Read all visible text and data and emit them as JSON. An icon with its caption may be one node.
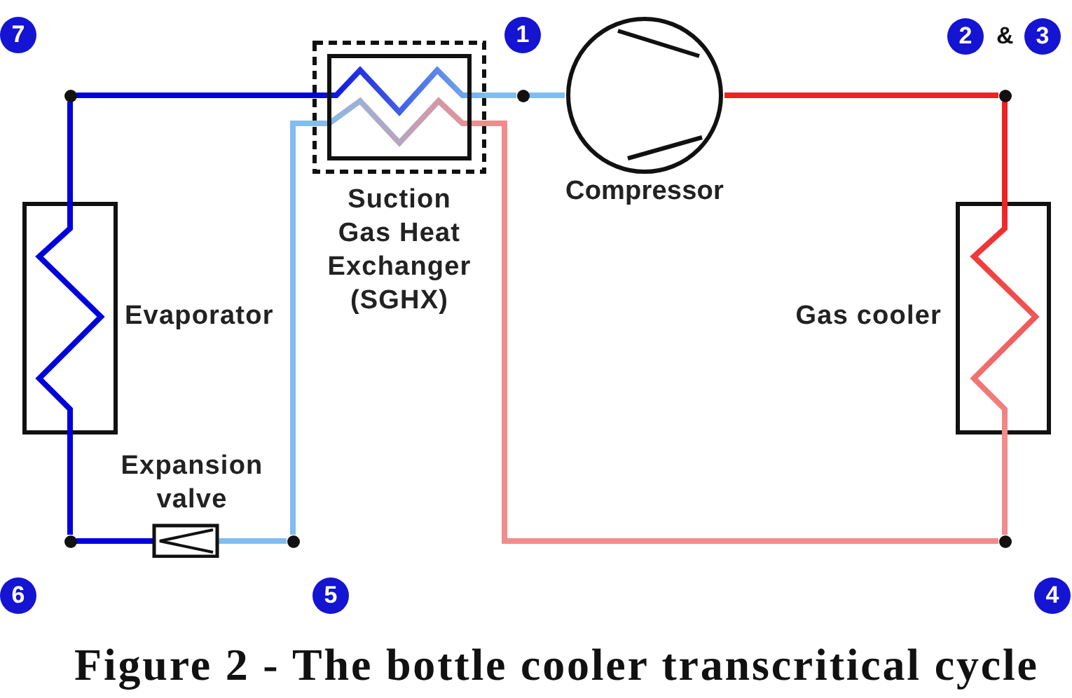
{
  "diagram": {
    "caption": "Figure 2 - The bottle cooler transcritical cycle",
    "nodes": [
      {
        "text": [],
        "shape": "dot"
      },
      {
        "text": [
          "Suction Gas Heat Exchanger (SGHX)"
        ]
      },
      {
        "text": [],
        "shape": "dot"
      },
      {
        "text": [
          "Compressor"
        ]
      },
      {
        "text": [],
        "shape": "dot"
      },
      {
        "text": [
          "Evaporator"
        ]
      },
      {
        "text": [
          "Gas cooler"
        ]
      },
      {
        "text": [
          "Expansion valve"
        ]
      },
      {
        "text": [],
        "shape": "dot"
      },
      {
        "text": [],
        "shape": "dot"
      },
      {
        "text": [],
        "shape": "dot"
      }
    ],
    "edges": [
      {
        "from": 2,
        "to": 3,
        "arrow": "none",
        "color": "#80bdf0"
      },
      {
        "from": 3,
        "to": 4,
        "arrow": "none",
        "color": "#ee2222"
      },
      {
        "from": 4,
        "to": 6,
        "arrow": "none",
        "color": "#ee2222"
      },
      {
        "from": 6,
        "to": 10,
        "arrow": "none",
        "color": "#f28b8b"
      },
      {
        "from": 10,
        "to": 1,
        "arrow": "none",
        "color": "#f28b8b"
      },
      {
        "from": 1,
        "to": 9,
        "arrow": "none",
        "color": "#80bdf0"
      },
      {
        "from": 9,
        "to": 7,
        "arrow": "none",
        "color": "#80bdf0"
      },
      {
        "from": 7,
        "to": 8,
        "arrow": "none",
        "color": "#0000dd"
      },
      {
        "from": 8,
        "to": 5,
        "arrow": "none",
        "color": "#0000dd"
      },
      {
        "from": 5,
        "to": 0,
        "arrow": "none",
        "color": "#0000dd"
      },
      {
        "from": 0,
        "to": 1,
        "arrow": "none",
        "color": "#0000dd"
      },
      {
        "from": 1,
        "to": 2,
        "arrow": "none",
        "color": "#80bdf0"
      }
    ],
    "labels": [
      "7",
      "1",
      "2",
      "&",
      "3",
      "6",
      "5",
      "4"
    ]
  }
}
